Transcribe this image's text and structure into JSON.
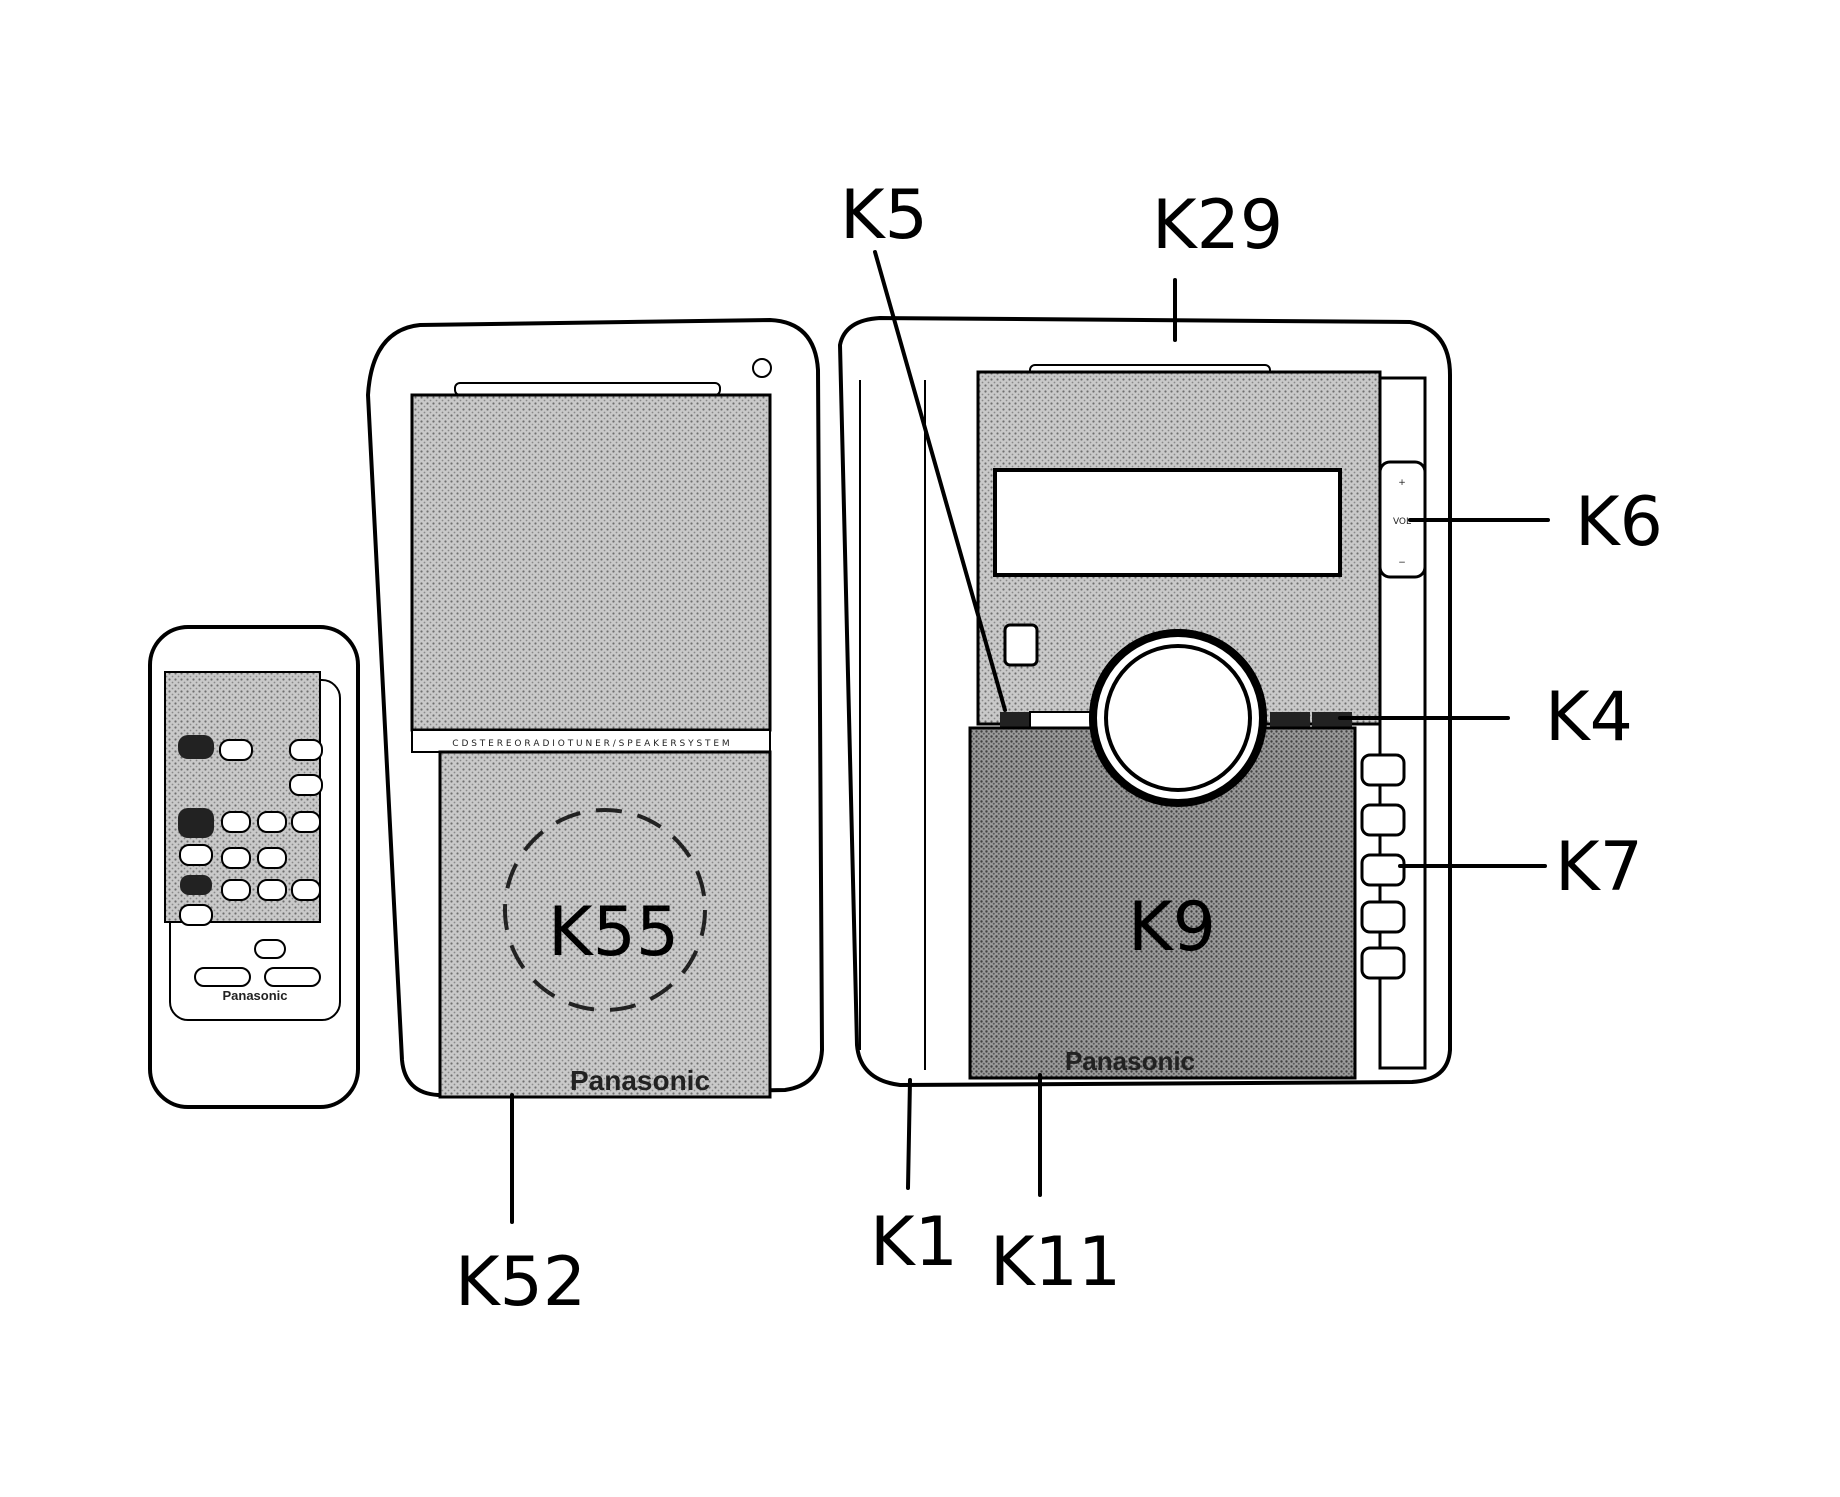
{
  "labels": {
    "k5": "K5",
    "k29": "K29",
    "k6": "K6",
    "k4": "K4",
    "k7": "K7",
    "k52": "K52",
    "k1": "K1",
    "k11": "K11",
    "k55": "K55",
    "k9": "K9"
  },
  "device_text": {
    "speaker_brand": "Panasonic",
    "main_unit_brand": "Panasonic",
    "remote_brand": "Panasonic",
    "speaker_band": "C D  S T E R E O  R A D I O  T U N E R  /  S P E A K E R  S Y S T E M",
    "volume_label": "VOL",
    "vol_plus": "+",
    "vol_minus": "−"
  },
  "colors": {
    "ink": "#000000",
    "paper": "#ffffff",
    "panel_tone": "#bdbdbd",
    "dark_tone": "#8c8c8c"
  }
}
